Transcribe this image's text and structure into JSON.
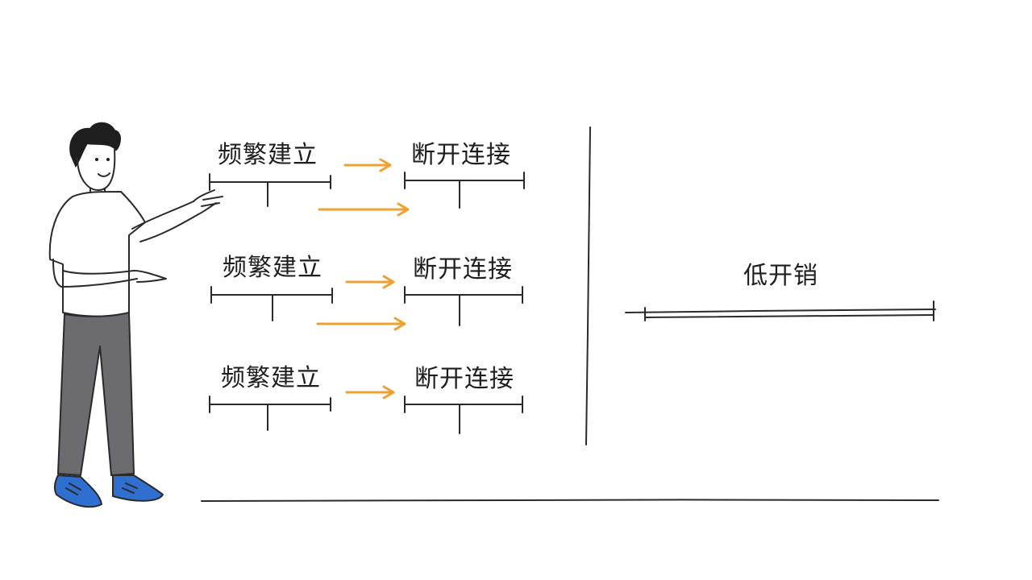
{
  "rows": [
    {
      "left_label": "频繁建立",
      "right_label": "断开连接"
    },
    {
      "left_label": "频繁建立",
      "right_label": "断开连接"
    },
    {
      "left_label": "频繁建立",
      "right_label": "断开连接"
    }
  ],
  "right_panel": {
    "label": "低开销"
  },
  "colors": {
    "ink": "#2a2a2a",
    "arrow": "#f0a030",
    "shirt": "#ffffff",
    "pants": "#6b6b70",
    "shoes": "#2f6fd0"
  },
  "icons": {
    "presenter": "person-pointing-illustration"
  }
}
